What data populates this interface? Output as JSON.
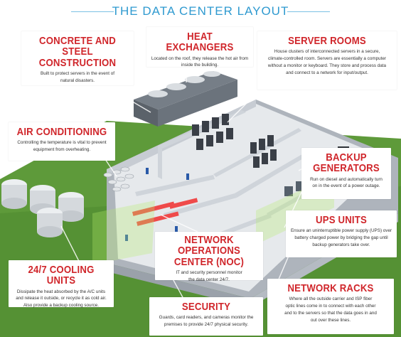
{
  "title": "THE DATA CENTER LAYOUT",
  "callouts": {
    "concrete": {
      "heading_1": "CONCRETE AND",
      "heading_2": "STEEL CONSTRUCTION",
      "body_1": "Built to protect servers in the event of",
      "body_2": "natural disasters."
    },
    "heat": {
      "heading_1": "HEAT EXCHANGERS",
      "body_1": "Located on the roof, they release the hot air from",
      "body_2": "inside the building."
    },
    "server": {
      "heading_1": "SERVER ROOMS",
      "body_1": "House clusters of interconnected servers in a secure,",
      "body_2": "climate-controlled room. Servers are essentially a computer",
      "body_3": "without a monitor or keyboard. They store and process data",
      "body_4": "and connect to a network for input/output."
    },
    "air": {
      "heading_1": "AIR CONDITIONING",
      "body_1": "Controlling the temperature is vital to prevent",
      "body_2": "equipment from overheating."
    },
    "backup": {
      "heading_1": "BACKUP",
      "heading_2": "GENERATORS",
      "body_1": "Run on diesel and automatically turn",
      "body_2": "on in the event of a power outage."
    },
    "ups": {
      "heading_1": "UPS UNITS",
      "body_1": "Ensure an uninterruptible power supply (UPS) over",
      "body_2": "battery charged power by bridging the gap until",
      "body_3": "backup generators take over."
    },
    "noc": {
      "heading_1": "NETWORK OPERATIONS",
      "heading_2": "CENTER (NOC)",
      "body_1": "IT and security personnel monitor",
      "body_2": "the data center 24/7."
    },
    "cooling": {
      "heading_1": "24/7 COOLING UNITS",
      "body_1": "Dissipate the heat absorbed by the A/C units",
      "body_2": "and release it outside, or recycle it as cold air.",
      "body_3": "Also provide a backup cooling source."
    },
    "racks": {
      "heading_1": "NETWORK RACKS",
      "body_1": "Where all the outside carrier and ISP fiber",
      "body_2": "optic lines come in to connect with each other",
      "body_3": "and to the servers so that the data goes in and",
      "body_4": "out over these lines."
    },
    "security": {
      "heading_1": "SECURITY",
      "body_1": "Guards, card readers, and cameras monitor the",
      "body_2": "premises to provide 24/7 physical security."
    }
  },
  "colors": {
    "title": "#2f9ad0",
    "heading": "#d0262b",
    "body": "#333333",
    "ground": "#5e9a3a",
    "wall": "#c7ccd3",
    "floor": "#e9ecef",
    "highlight": "#b7f06a"
  }
}
